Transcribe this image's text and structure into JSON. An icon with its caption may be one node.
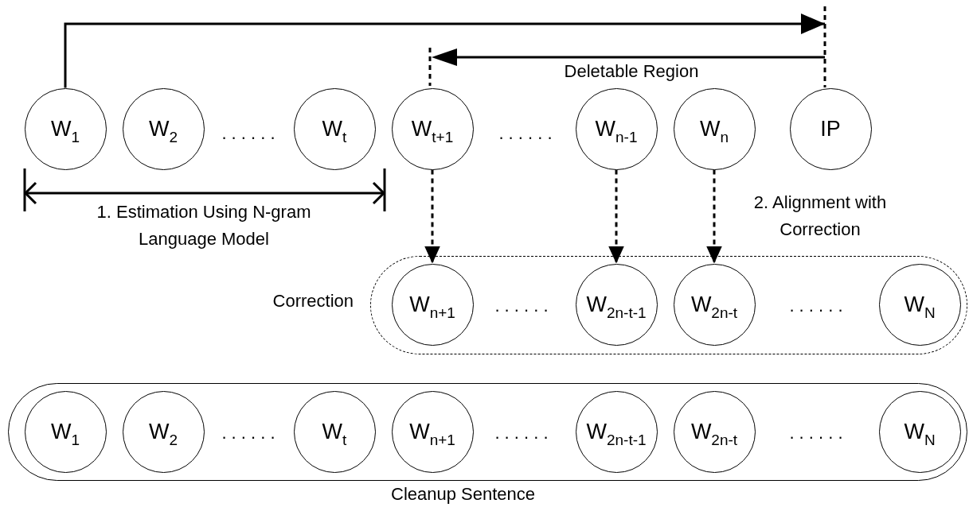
{
  "diagram": {
    "nodes": [
      {
        "text": [
          "W$_{1}$"
        ]
      },
      {
        "text": [
          "W$_{2}$"
        ]
      },
      {
        "text": [
          "W$_{t}$"
        ]
      },
      {
        "text": [
          "W$_{t+1}$"
        ]
      },
      {
        "text": [
          "W$_{n-1}$"
        ]
      },
      {
        "text": [
          "W$_{n}$"
        ]
      },
      {
        "text": [
          "IP"
        ]
      },
      {
        "text": [
          "Correction"
        ]
      },
      {
        "text": [
          "W$_{n+1}$"
        ],
        "in": 7
      },
      {
        "text": [
          "W$_{2n-t-1}$"
        ],
        "in": 7
      },
      {
        "text": [
          "W$_{2n-t}$"
        ],
        "in": 7
      },
      {
        "text": [
          "W$_{N}$"
        ],
        "in": 7
      },
      {
        "text": [
          "Cleanup Sentence"
        ]
      },
      {
        "text": [
          "W$_{1}$"
        ],
        "in": 12
      },
      {
        "text": [
          "W$_{2}$"
        ],
        "in": 12
      },
      {
        "text": [
          "W$_{t}$"
        ],
        "in": 12
      },
      {
        "text": [
          "W$_{n+1}$"
        ],
        "in": 12
      },
      {
        "text": [
          "W$_{2n-t-1}$"
        ],
        "in": 12
      },
      {
        "text": [
          "W$_{2n-t}$"
        ],
        "in": 12
      },
      {
        "text": [
          "W$_{N}$"
        ],
        "in": 12
      }
    ],
    "edges": [
      {
        "from": 0,
        "to": 6,
        "arrow": "to"
      },
      {
        "from": 3,
        "to": 8,
        "arrow": "to",
        "style": "dashed"
      },
      {
        "from": 4,
        "to": 9,
        "arrow": "to",
        "style": "dashed"
      },
      {
        "from": 5,
        "to": 10,
        "arrow": "to",
        "style": "dashed"
      }
    ],
    "labels": [
      "Deletable Region",
      ". . . . . .",
      ". . . . . .",
      "1. Estimation Using N-gram Language Model",
      "2. Alignment with Correction",
      ". . . . . .",
      ". . . . . .",
      ". . . . . .",
      ". . . . . .",
      ". . . . . ."
    ]
  }
}
